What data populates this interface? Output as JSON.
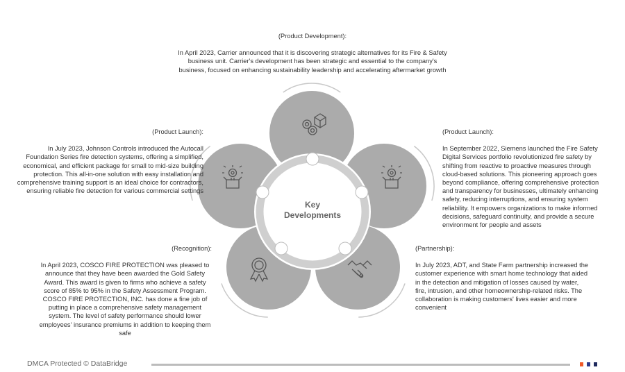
{
  "center": {
    "line1": "Key",
    "line2": "Developments"
  },
  "blocks": {
    "top": {
      "title": "(Product Development):",
      "text": "In April 2023, Carrier announced that it is discovering strategic alternatives for its Fire & Safety business unit. Carrier's development has been strategic and essential to the company's business, focused on enhancing sustainability leadership and accelerating aftermarket growth",
      "icon": "gears-box-icon"
    },
    "left": {
      "title": "(Product Launch):",
      "text": "In July 2023, Johnson Controls introduced the Autocall Foundation Series fire detection systems, offering a simplified, economical, and efficient package for small to mid-size building protection. This all-in-one solution with easy installation and comprehensive training support is an ideal choice for contractors, ensuring reliable fire detection for various commercial settings",
      "icon": "bulb-box-icon"
    },
    "right": {
      "title": "(Product Launch):",
      "text": "In September 2022, Siemens launched the Fire Safety Digital Services portfolio revolutionized fire safety by shifting from reactive to proactive measures through cloud-based solutions. This pioneering approach goes beyond compliance, offering comprehensive protection and transparency for businesses, ultimately enhancing safety, reducing interruptions, and ensuring system reliability. It empowers organizations to make informed decisions, safeguard continuity, and provide a secure environment for people and assets",
      "icon": "bulb-box-icon"
    },
    "bottom_left": {
      "title": "(Recognition):",
      "text": "In April 2023, COSCO FIRE PROTECTION was pleased to announce that they have been awarded the Gold Safety Award. This award is given to firms who achieve a safety score of 85% to 95% in the Safety Assessment Program. COSCO FIRE PROTECTION, INC. has done a fine job of putting in place a comprehensive safety management system. The level of safety performance should lower employees' insurance premiums in addition to keeping them safe",
      "icon": "award-ribbon-icon"
    },
    "bottom_right": {
      "title": "(Partnership):",
      "text": "In July 2023, ADT, and State Farm partnership increased the customer experience with smart home technology that aided in the detection and mitigation of losses caused by water, fire, intrusion, and other homeownership-related risks. The collaboration is making customers' lives easier and more convenient",
      "icon": "handshake-icon"
    }
  },
  "footer": {
    "text": "DMCA Protected © DataBridge"
  },
  "colors": {
    "circle": "#ababab",
    "ring": "#cfcfcf",
    "icon": "#555555",
    "orange": "#f05a28",
    "navy": "#2b3a8c",
    "navy_dark": "#1f2a5e"
  }
}
